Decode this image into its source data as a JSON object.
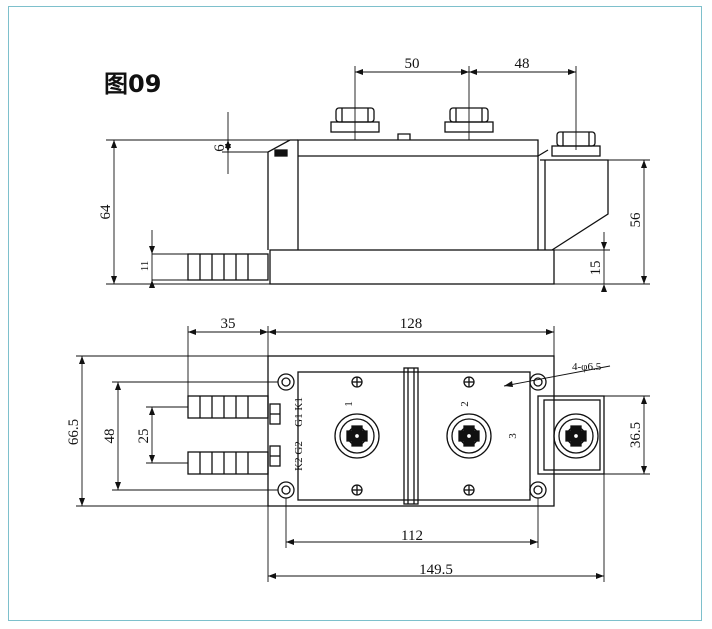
{
  "title": "图09",
  "side_view": {
    "dims": {
      "d50": "50",
      "d48": "48",
      "d64": "64",
      "d6": "6",
      "d11": "11",
      "d56": "56",
      "d15": "15"
    }
  },
  "top_view": {
    "dims": {
      "d35": "35",
      "d128": "128",
      "d665": "66.5",
      "d48": "48",
      "d25": "25",
      "d112": "112",
      "d1495": "149.5",
      "d365": "36.5",
      "holes": "4-φ6.5"
    },
    "labels": {
      "g1k1": "G1 K1",
      "k2g2": "K2 G2",
      "t1": "1",
      "t2": "2",
      "t3": "3"
    }
  }
}
